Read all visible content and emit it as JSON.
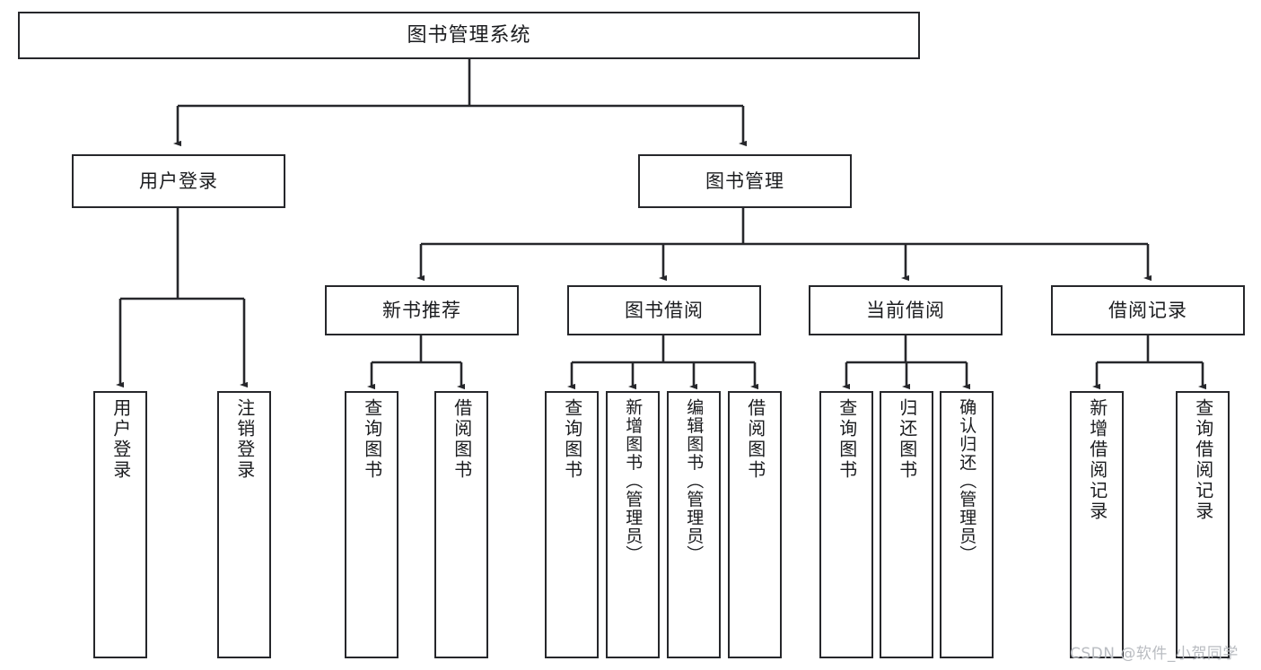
{
  "diagram": {
    "kind": "function-hierarchy-tree",
    "root": {
      "label": "图书管理系统"
    },
    "level1": [
      {
        "label": "用户登录"
      },
      {
        "label": "图书管理"
      }
    ],
    "level2": [
      {
        "label": "新书推荐"
      },
      {
        "label": "图书借阅"
      },
      {
        "label": "当前借阅"
      },
      {
        "label": "借阅记录"
      }
    ],
    "leaves": {
      "user_login": [
        {
          "label": "用户登录"
        },
        {
          "label": "注销登录"
        }
      ],
      "new_book_recommend": [
        {
          "label": "查询图书"
        },
        {
          "label": "借阅图书"
        }
      ],
      "book_borrow": [
        {
          "label": "查询图书"
        },
        {
          "label": "新增图书（管理员）"
        },
        {
          "label": "编辑图书（管理员）"
        },
        {
          "label": "借阅图书"
        }
      ],
      "current_borrow": [
        {
          "label": "查询图书"
        },
        {
          "label": "归还图书"
        },
        {
          "label": "确认归还（管理员）"
        }
      ],
      "borrow_records": [
        {
          "label": "新增借阅记录"
        },
        {
          "label": "查询借阅记录"
        }
      ]
    }
  },
  "watermark": {
    "text": "CSDN @软件_小贺同学"
  },
  "colors": {
    "box_border": "#26272b",
    "box_fill": "#ffffff",
    "edge": "#26272b",
    "text": "#1b1c1f",
    "watermark": "#b9bcc1",
    "background": "#ffffff"
  }
}
